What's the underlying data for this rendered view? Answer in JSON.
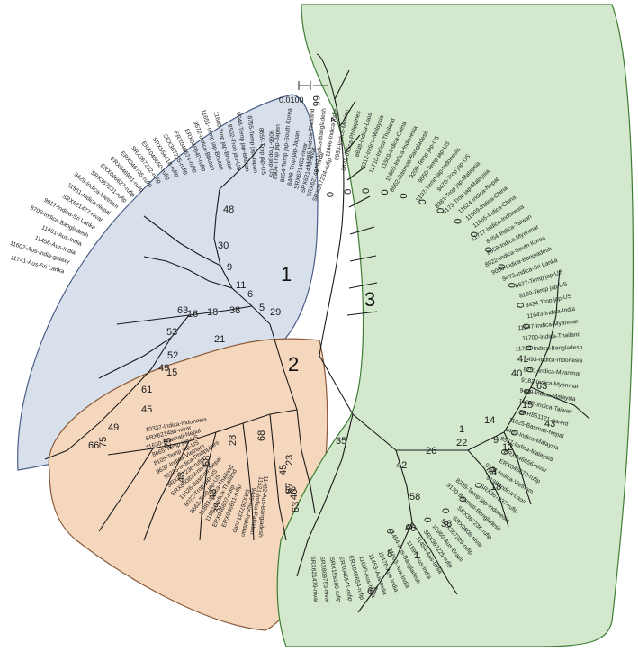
{
  "scale_bar": {
    "label": "0.0100"
  },
  "clades": [
    {
      "id": "1",
      "fill": "#d8e0ec",
      "stroke": "#4a5e86"
    },
    {
      "id": "2",
      "fill": "#f5d7bd",
      "stroke": "#8a5a3a"
    },
    {
      "id": "3",
      "fill": "#d3e8cc",
      "stroke": "#3e7e34"
    }
  ],
  "bootstrap": {
    "c3": [
      "66",
      "2",
      "0",
      "0",
      "0",
      "0",
      "0",
      "0",
      "0",
      "0",
      "0",
      "0",
      "0",
      "0",
      "0",
      "0",
      "0",
      "0",
      "0",
      "0",
      "0",
      "0",
      "0",
      "0",
      "0",
      "0",
      "0",
      "0",
      "0",
      "41",
      "40",
      "63",
      "15",
      "43",
      "14",
      "1",
      "9",
      "12",
      "22",
      "34",
      "18",
      "26",
      "42",
      "35",
      "38",
      "58",
      "46",
      "1",
      "8",
      "67",
      "52"
    ],
    "c1": [
      "48",
      "30",
      "9",
      "11",
      "6",
      "5",
      "29",
      "38",
      "18",
      "16",
      "21",
      "53",
      "52",
      "49",
      "15",
      "61",
      "45",
      "49",
      "66",
      "63"
    ],
    "c2": [
      "75",
      "25",
      "58",
      "43",
      "39",
      "28",
      "68",
      "43",
      "45",
      "23",
      "40",
      "57",
      "63"
    ]
  },
  "leaves_c3": [
    "11686-Indica-Thailand",
    "9282-Indica-Bangladesh",
    "11646-Indica-India",
    "9953-Indica-Mexico",
    "8848-Indica-Philippines",
    "8638-Indica-Laos",
    "8312-Indica-Malaysia",
    "11710-Indica-Thailand",
    "11569-Indica-China",
    "11665-Indica-Indonesia",
    "8662-Basmati-Bangladesh",
    "9209-Temp jap-US",
    "9550-Temp jap-US",
    "8107-Temp jap-Indonesia",
    "9470-Trop jap-US",
    "8381-Trop jap-Malaysia",
    "9173-Trop jap-Malaysia",
    "11624-Indica-Nepal",
    "11569-Indica-China",
    "11665-Indica-China",
    "11717-Indica-Indonesia",
    "8454-Indica-Taiwan",
    "8659-Indica-Myanmar",
    "8922-Indica-South Korea",
    "9060-Indica-Bangladesh",
    "9472-Indica-Sri Lanka",
    "8627-Temp jap-US",
    "8160-Temp jap-US",
    "8434-Trop jap-US",
    "11643-Indica-India",
    "11547-Indica-Myanmar",
    "11700-Indica-Thailand",
    "11722-Indica-Bangladesh",
    "8493-Indica-Indonesia",
    "8751-Indica-Myanmar",
    "9182-Indica-Myanmar",
    "9409-Indica-Malaysia",
    "11692-Indica-Taiwan",
    "SRR851121-parent",
    "11625-Basmati-Nepal",
    "8407-Indica-Malaysia",
    "8557-Indica-Malaysia",
    "ERX046656-nivar",
    "ERX046672-rufip",
    "9131-Indica-Vietnam",
    "9198-Indica-Laos",
    "SRX367237-rufip",
    "8239-Temp jap-Indonesia",
    "9170-Basmati-Bangladesh",
    "SRX367236-rufip",
    "SRX0608-nivar",
    "SRX367229-rufip",
    "10960-Aus-Brazil",
    "SRX367225-rufip",
    "11454-Aus-India",
    "11597-Aus-India",
    "11454-Aus-Bangladesh",
    "11603-Aus-India",
    "11476-Aus-India",
    "11453-Aus-India",
    "11600-Aus-India",
    "ERX046654-rufip",
    "ERX046541-rufip",
    "SRX158100-rufip",
    "SRX809753-nivar",
    "SRX621479-nivar"
  ],
  "leaves_c1": [
    "SRX367234-rufip",
    "SRX621481-nivar",
    "SRX621478-nivar",
    "SRX621482-nivar",
    "8409-Trop jap-Japan",
    "8654-Temp jap-South Korea",
    "8904-Trop jap-Japan",
    "9066-Trop jap-US",
    "8659-Trop jap-US",
    "8755-Temp jap-Japan",
    "9048-Temp jap-Bhutan",
    "8502-Trop jap-US",
    "11680-Trop jap-Bhutan",
    "11651-Temp jap-Bhutan",
    "9572-Indica-Bhutan",
    "ERX046640-rufip",
    "ERX046674-rufip",
    "SRX367235-rufip",
    "SRX554418-rufip",
    "ERX046650-rufip",
    "SRX367232-rufip",
    "ERX046705-rufip",
    "ERX046901-rufip",
    "ERX046627-rufip",
    "SRX367231-rufip",
    "9429-Indica-Vietnam",
    "11561-Indica-Nepal",
    "SRX621477-nivar",
    "9917-Indica-Sri Lanka",
    "8703-Indica-Bangladesh",
    "11461-Aus-India",
    "11456-Aus-India",
    "11602-Aus-India-galaxy",
    "11741-Aus-Sri Lanka"
  ],
  "leaves_c2": [
    "10337-Indica-Indonesia",
    "SRX621480-nivar",
    "11630-Basmati-Nepal",
    "8665-Temp jap-US",
    "8105-Temp jap-US",
    "9637-Indica-Vietnam",
    "10235-Indica-Philippines",
    "SRX367236-rufip",
    "SRX860839-nivar",
    "11626-Basmati-Nepal",
    "8072-Trop jap-US",
    "8662-Trop jap-US",
    "11883-Indica-Thailand",
    "11981-Indica-Thailand",
    "ERX046607-rufip",
    "ERX046611-rufip",
    "SRX367233-rufip",
    "9449-Aus-Pakistan",
    "11521-Indica-Pakistan",
    "11482-Aus-Bangladesh"
  ]
}
